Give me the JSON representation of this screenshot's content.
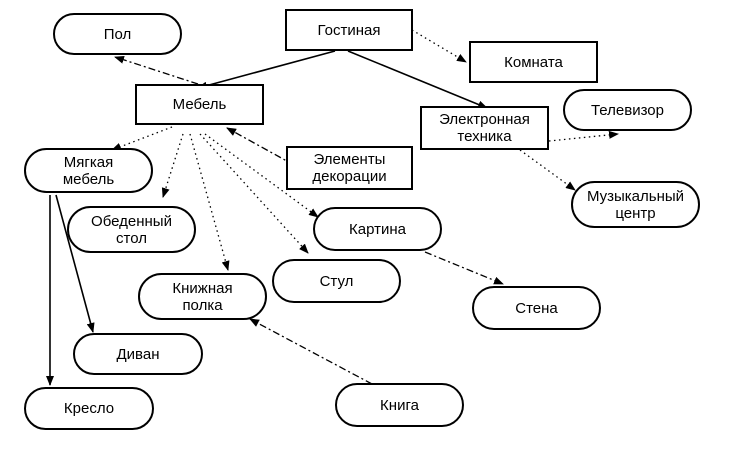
{
  "diagram": {
    "nodes": {
      "gostinaya": "Гостиная",
      "komnata": "Комната",
      "mebel": "Мебель",
      "pol": "Пол",
      "elektronnaya_tekhnika": "Электронная\nтехника",
      "televizor": "Телевизор",
      "elementy_dekoratsii": "Элементы\nдекорации",
      "myagkaya_mebel": "Мягкая\nмебель",
      "obedennyi_stol": "Обеденный\nстол",
      "kartina": "Картина",
      "muzykalnyi_tsentr": "Музыкальный\nцентр",
      "knizhnaya_polka": "Книжная\nполка",
      "stul": "Стул",
      "stena": "Стена",
      "divan": "Диван",
      "kreslo": "Кресло",
      "kniga": "Книга"
    },
    "edges": [
      {
        "from": "gostinaya",
        "to": "mebel",
        "style": "solid"
      },
      {
        "from": "gostinaya",
        "to": "elektronnaya_tekhnika",
        "style": "solid"
      },
      {
        "from": "gostinaya",
        "to": "komnata",
        "style": "dotted"
      },
      {
        "from": "mebel",
        "to": "pol",
        "style": "dashdot"
      },
      {
        "from": "elektronnaya_tekhnika",
        "to": "televizor",
        "style": "dotted"
      },
      {
        "from": "elektronnaya_tekhnika",
        "to": "muzykalnyi_tsentr",
        "style": "dotted"
      },
      {
        "from": "elementy_dekoratsii",
        "to": "mebel",
        "style": "dashdot"
      },
      {
        "from": "mebel",
        "to": "myagkaya_mebel",
        "style": "dotted"
      },
      {
        "from": "mebel",
        "to": "obedennyi_stol",
        "style": "dotted"
      },
      {
        "from": "mebel",
        "to": "knizhnaya_polka",
        "style": "dotted"
      },
      {
        "from": "mebel",
        "to": "stul",
        "style": "dotted"
      },
      {
        "from": "mebel",
        "to": "kartina",
        "style": "dotted"
      },
      {
        "from": "kartina",
        "to": "stena",
        "style": "dashdot"
      },
      {
        "from": "myagkaya_mebel",
        "to": "divan",
        "style": "solid"
      },
      {
        "from": "myagkaya_mebel",
        "to": "kreslo",
        "style": "solid"
      },
      {
        "from": "kniga",
        "to": "knizhnaya_polka",
        "style": "dashdot"
      }
    ]
  }
}
